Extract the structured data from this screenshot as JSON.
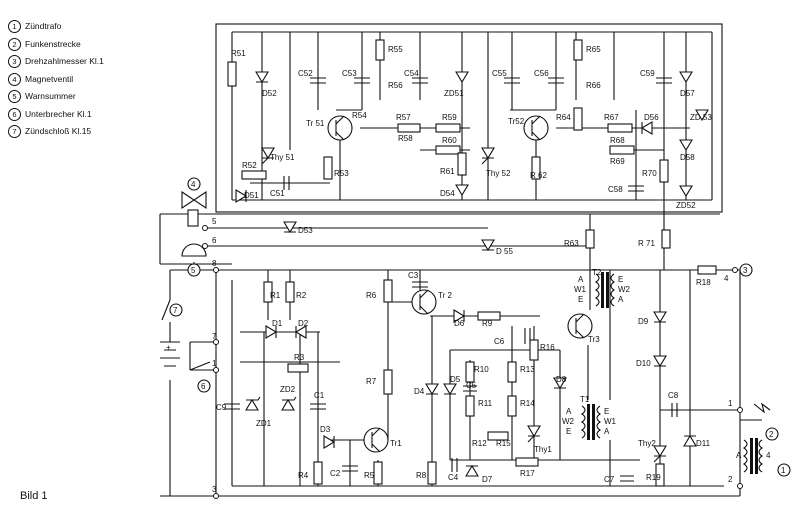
{
  "legend": [
    {
      "num": "1",
      "text": "Zündtrafo"
    },
    {
      "num": "2",
      "text": "Funkenstrecke"
    },
    {
      "num": "3",
      "text": "Drehzahlmesser Kl.1"
    },
    {
      "num": "4",
      "text": "Magnetventil"
    },
    {
      "num": "5",
      "text": "Warnsummer"
    },
    {
      "num": "6",
      "text": "Unterbrecher Kl.1"
    },
    {
      "num": "7",
      "text": "Zündschloß Kl.15"
    }
  ],
  "caption": "Bild 1",
  "components": {
    "R51": "R51",
    "D52": "D52",
    "C52": "C52",
    "C53": "C53",
    "R55": "R55",
    "R56": "R56",
    "C54": "C54",
    "ZD51": "ZD51",
    "Tr51": "Tr 51",
    "R54": "R54",
    "R57": "R57",
    "R59": "R59",
    "R58": "R58",
    "R60": "R60",
    "Thy51": "Thy 51",
    "R53": "R53",
    "R61": "R61",
    "R52": "R52",
    "C51": "C51",
    "D51": "D51",
    "D54": "D54",
    "C55": "C55",
    "C56": "C56",
    "R65": "R65",
    "R66": "R66",
    "C59": "C59",
    "D57": "D57",
    "Tr52": "Tr52",
    "R64": "R64",
    "R67": "R67",
    "D56": "D56",
    "ZD53": "ZD 53",
    "R68": "R68",
    "D58": "D58",
    "R69": "R69",
    "Thy52": "Thy 52",
    "R62": "R 62",
    "R70": "R70",
    "C58": "C58",
    "ZD52": "ZD52",
    "D53": "D53",
    "D55": "D 55",
    "R63": "R63",
    "R71": "R 71",
    "T2": "T2",
    "R18": "R18",
    "R1": "R1",
    "R2": "R2",
    "R6": "R6",
    "C3": "C3",
    "Tr2": "Tr 2",
    "D1": "D1",
    "D2": "D2",
    "D6": "D6",
    "R9": "R9",
    "Tr3": "Tr3",
    "D9": "D9",
    "C6": "C6",
    "R16": "R16",
    "R3": "R3",
    "R7": "R7",
    "R10": "R10",
    "R13": "R13",
    "D10": "D10",
    "ZD2": "ZD2",
    "C1": "C1",
    "D4": "D4",
    "D5": "D5",
    "C5": "C5",
    "D8": "D8",
    "C9": "C9",
    "ZD1": "ZD1",
    "R11": "R11",
    "R14": "R14",
    "T1": "T1",
    "C8": "C8",
    "D3": "D3",
    "Tr1": "Tr1",
    "R12": "R12",
    "R15": "R15",
    "Thy1": "Thy1",
    "Thy2": "Thy2",
    "D11": "D11",
    "C2": "C2",
    "R4": "R4",
    "R5": "R5",
    "R8": "R8",
    "C4": "C4",
    "D7": "D7",
    "R17": "R17",
    "C7": "C7",
    "R19": "R19"
  },
  "transformer_marks": {
    "T2_left": [
      "A",
      "W1",
      "E"
    ],
    "T2_right": [
      "E",
      "W2",
      "A"
    ],
    "T1_left": [
      "A",
      "W2",
      "E"
    ],
    "T1_right": [
      "E",
      "W1",
      "A"
    ],
    "ign_coil_left": "A",
    "ign_coil_right": "4"
  },
  "terminals": {
    "t8": "8",
    "t5": "5",
    "t6": "6",
    "t7": "7",
    "t1": "1",
    "t3": "3",
    "t2": "2",
    "t4": "4",
    "t1r": "1",
    "t2r": "2"
  },
  "callouts": {
    "c1": "1",
    "c2": "2",
    "c3": "3",
    "c4": "4",
    "c5": "5",
    "c6": "6",
    "c7": "7"
  },
  "battery_plus": "+"
}
